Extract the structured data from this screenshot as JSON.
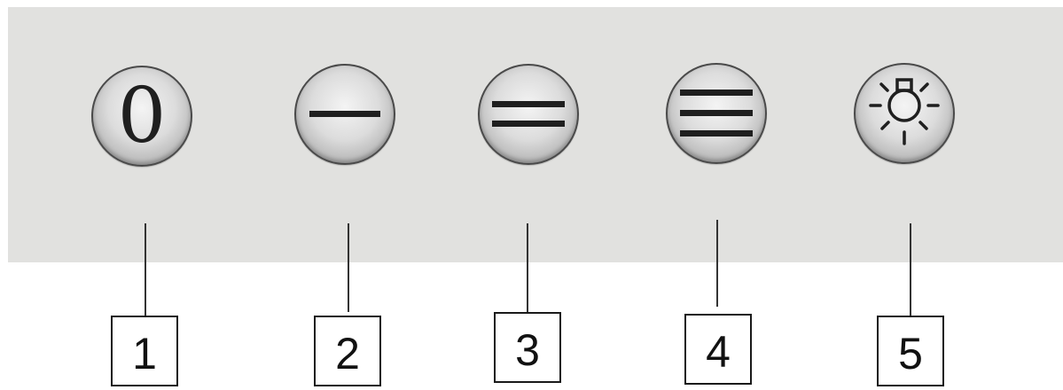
{
  "buttons": [
    {
      "id": "off",
      "glyph": "0",
      "icon": "zero-icon"
    },
    {
      "id": "speed-1",
      "icon": "one-bar-icon"
    },
    {
      "id": "speed-2",
      "icon": "two-bars-icon"
    },
    {
      "id": "speed-3",
      "icon": "three-bars-icon"
    },
    {
      "id": "light",
      "icon": "light-bulb-icon"
    }
  ],
  "callouts": [
    "1",
    "2",
    "3",
    "4",
    "5"
  ],
  "colors": {
    "panel": "#e1e1df",
    "button_border": "#4a4a4a",
    "glyph": "#1f1f1f"
  }
}
